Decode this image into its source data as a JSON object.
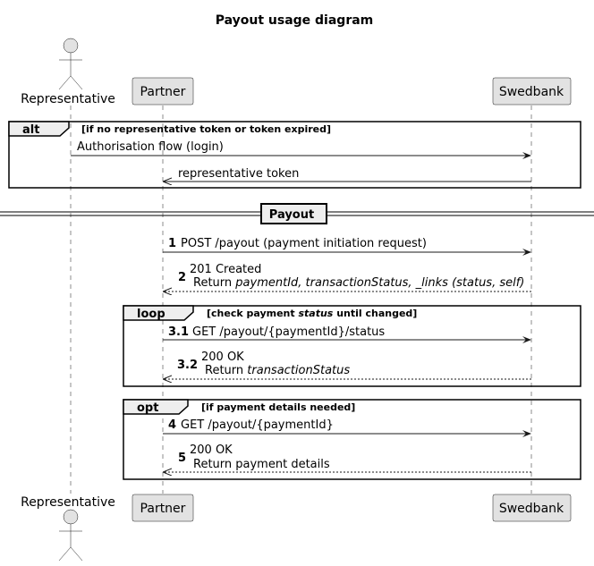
{
  "title": "Payout usage diagram",
  "participants": {
    "representative": "Representative",
    "partner": "Partner",
    "swedbank": "Swedbank"
  },
  "alt_frame": {
    "keyword": "alt",
    "condition": "[if no representative token or token expired]",
    "messages": [
      {
        "text": "Authorisation flow (login)"
      },
      {
        "text": "representative token"
      }
    ]
  },
  "divider": {
    "label": "Payout"
  },
  "messages": [
    {
      "num": "1",
      "text": "POST /payout (payment initiation request)"
    },
    {
      "num": "2",
      "line1": "201 Created",
      "line2_prefix": "Return ",
      "line2_italic": "paymentId, transactionStatus, _links (status, self)"
    }
  ],
  "loop_frame": {
    "keyword": "loop",
    "condition_prefix": "[check payment ",
    "condition_italic": "status",
    "condition_suffix": " until changed]",
    "messages": [
      {
        "num": "3.1",
        "text": "GET /payout/{paymentId}/status"
      },
      {
        "num": "3.2",
        "line1": "200 OK",
        "line2_prefix": "Return ",
        "line2_italic": "transactionStatus"
      }
    ]
  },
  "opt_frame": {
    "keyword": "opt",
    "condition": "[if payment details needed]",
    "messages": [
      {
        "num": "4",
        "text": "GET /payout/{paymentId}"
      },
      {
        "num": "5",
        "line1": "200 OK",
        "line2": "Return payment details"
      }
    ]
  },
  "colors": {
    "participant_fill": "#e2e2e2",
    "line": "#181818",
    "frame_tab": "#eeeeee"
  }
}
